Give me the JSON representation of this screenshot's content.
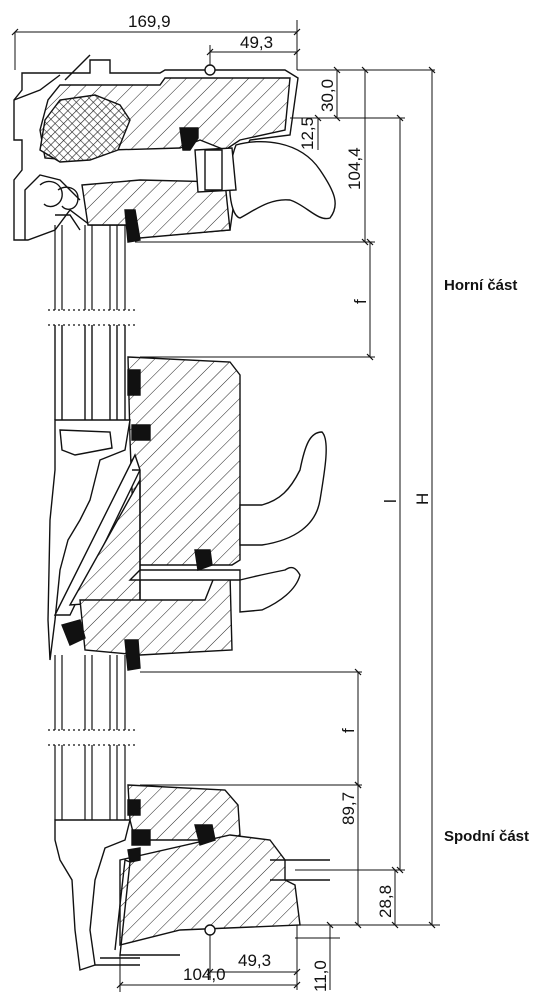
{
  "dimensions": {
    "overall_width_top": "169,9",
    "hinge_offset_top": "49,3",
    "top_30": "30,0",
    "top_12_5": "12,5",
    "top_104_4": "104,4",
    "gap_top": "f",
    "inner_height": "l",
    "overall_height": "H",
    "gap_bottom": "f",
    "bottom_89_7": "89,7",
    "bottom_28_8": "28,8",
    "hinge_offset_bottom": "49,3",
    "overall_width_bottom": "104,0",
    "bottom_11_0": "11,0"
  },
  "labels": {
    "top_section": "Horní část",
    "bottom_section": "Spodní část"
  }
}
